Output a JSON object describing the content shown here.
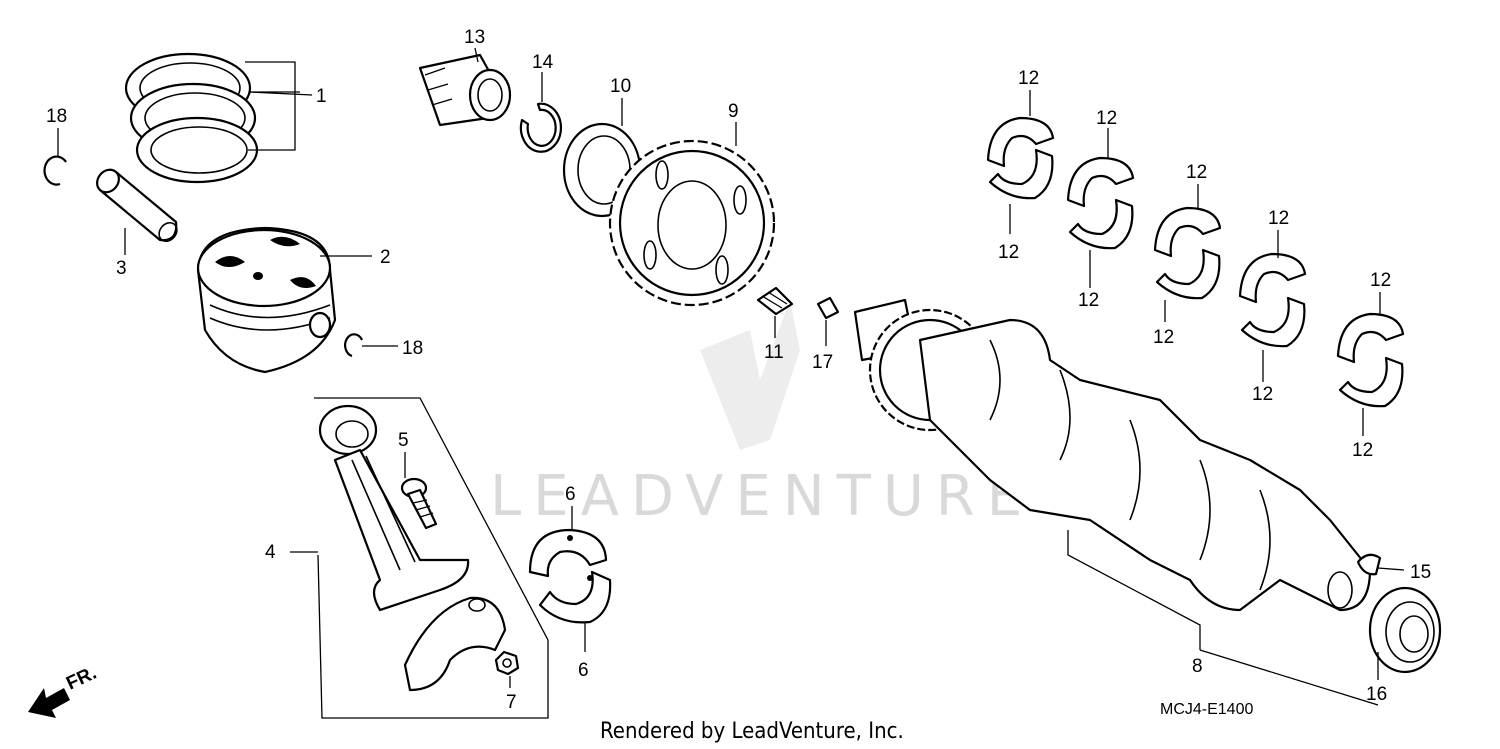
{
  "watermark": "LEADVENTURE",
  "footer": "Rendered by LeadVenture, Inc.",
  "diagram_code": "MCJ4-E1400",
  "direction_label": "FR.",
  "callouts": {
    "c1": "1",
    "c2": "2",
    "c3": "3",
    "c4": "4",
    "c5": "5",
    "c6a": "6",
    "c6b": "6",
    "c7": "7",
    "c8": "8",
    "c9": "9",
    "c10": "10",
    "c11": "11",
    "c12a": "12",
    "c12b": "12",
    "c12c": "12",
    "c12d": "12",
    "c12e": "12",
    "c12f": "12",
    "c12g": "12",
    "c12h": "12",
    "c12i": "12",
    "c12j": "12",
    "c13": "13",
    "c14": "14",
    "c15": "15",
    "c16": "16",
    "c17": "17",
    "c18a": "18",
    "c18b": "18"
  }
}
